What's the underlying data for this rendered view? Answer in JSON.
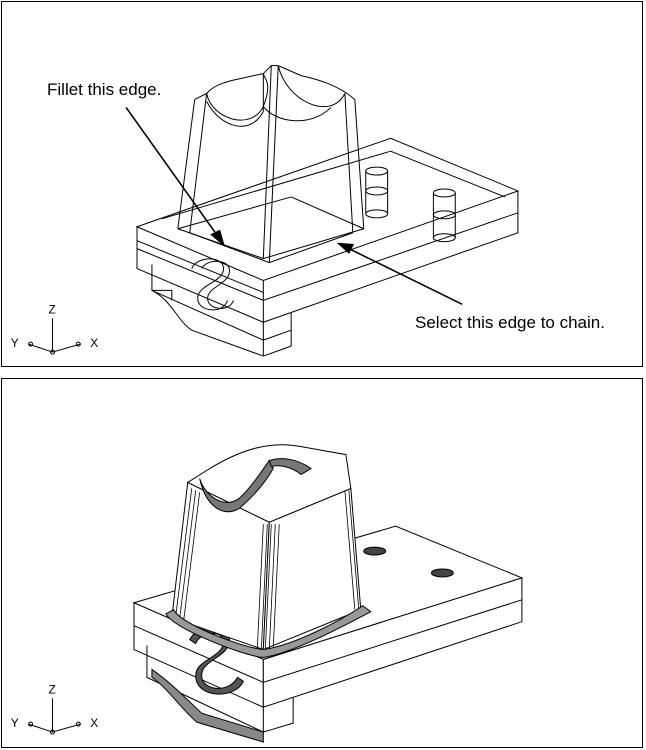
{
  "top_view": {
    "callouts": {
      "fillet": "Fillet this edge.",
      "chain": "Select this edge to chain."
    },
    "axes": {
      "z": "Z",
      "y": "Y",
      "x": "X"
    }
  },
  "bottom_view": {
    "axes": {
      "z": "Z",
      "y": "Y",
      "x": "X"
    }
  }
}
